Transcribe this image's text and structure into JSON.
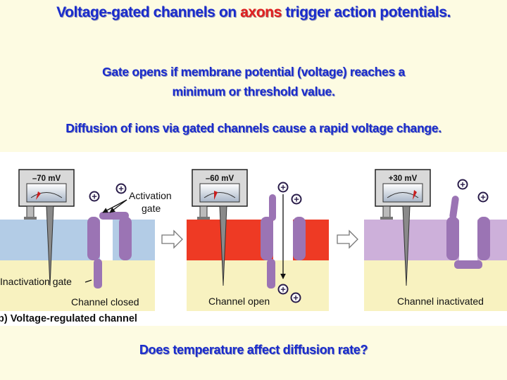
{
  "title": {
    "part1": "Voltage-gated channels on ",
    "highlight": "axons",
    "part2": " trigger action potentials.",
    "highlight_color": "#e02020"
  },
  "text": {
    "gate_opens_line1": "Gate opens if membrane potential (voltage) reaches a",
    "gate_opens_line2": "minimum or threshold value.",
    "diffusion": "Diffusion of ions via gated channels cause a rapid voltage change.",
    "question": "Does temperature affect diffusion rate?"
  },
  "figure": {
    "caption": "b) Voltage-regulated channel",
    "labels": {
      "activation_gate_1": "Activation",
      "activation_gate_2": "gate",
      "inactivation_gate": "Inactivation gate"
    },
    "ion_symbol": "+",
    "panels": [
      {
        "meter": "–70 mV",
        "state": "Channel closed"
      },
      {
        "meter": "–60 mV",
        "state": "Channel open"
      },
      {
        "meter": "+30 mV",
        "state": "Channel inactivated"
      }
    ],
    "colors": {
      "membrane_closed": "#b3cce6",
      "membrane_open": "#ee3a24",
      "membrane_inactivated": "#cdb0da",
      "channel_protein": "#9b74b4",
      "text_color": "#1a2ccc"
    }
  }
}
